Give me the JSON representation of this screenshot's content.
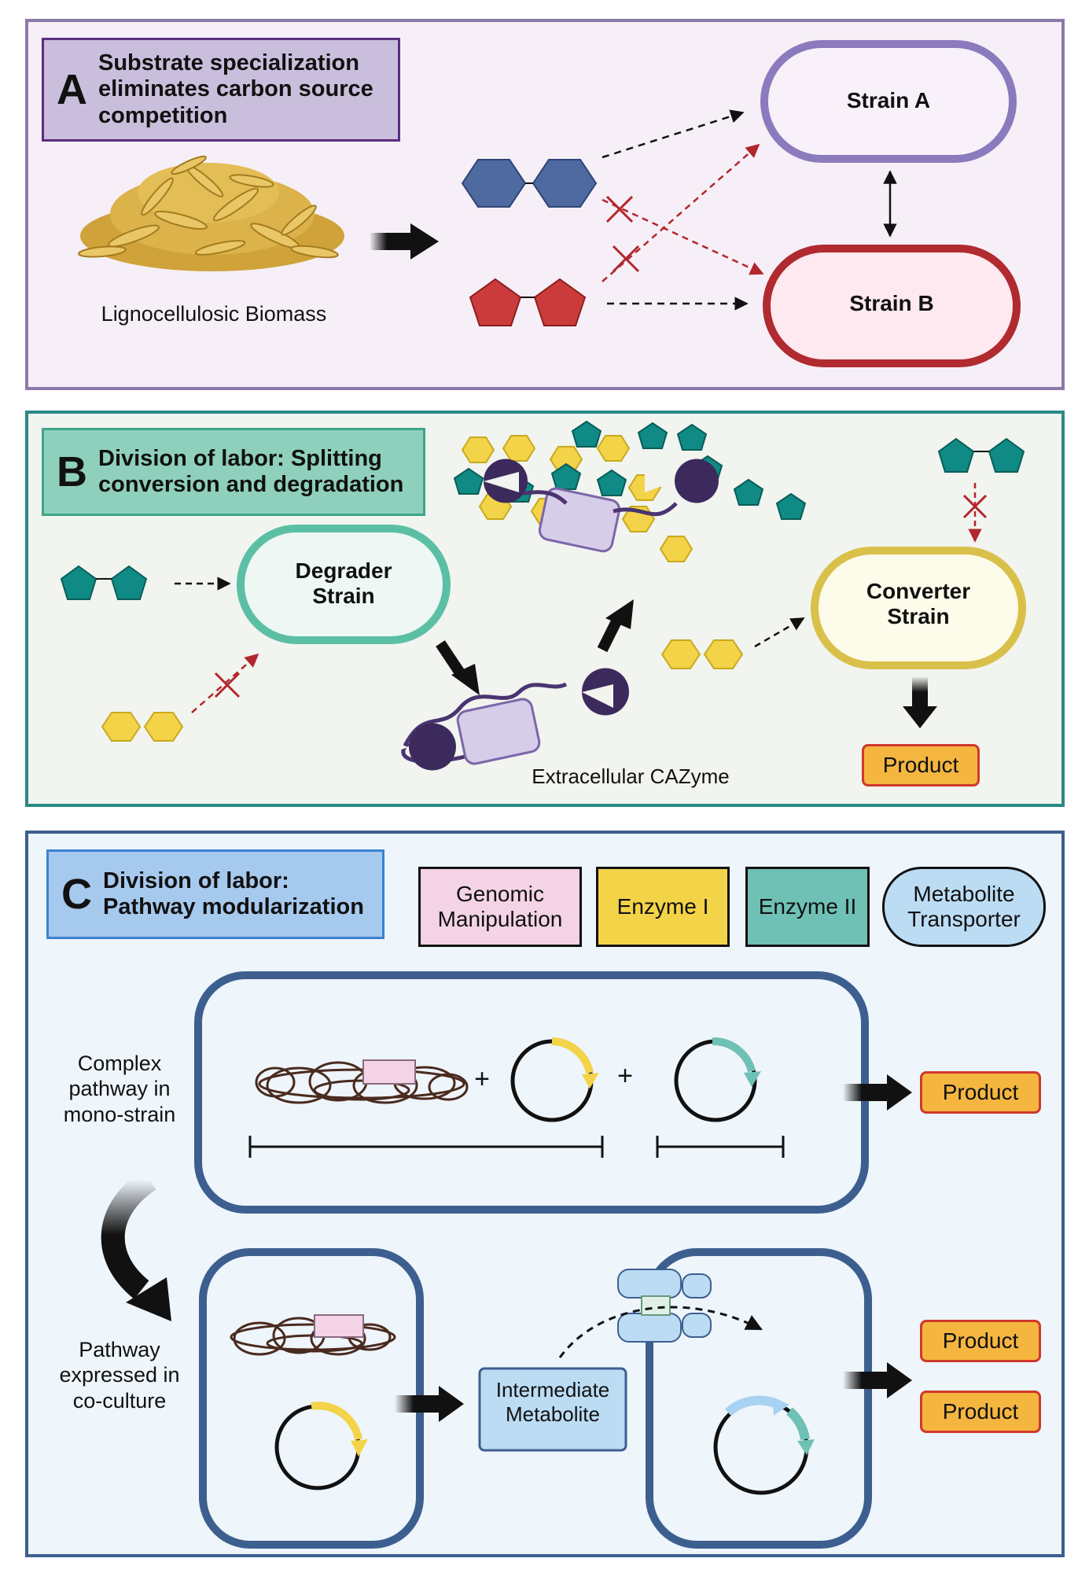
{
  "panel_a": {
    "letter": "A",
    "title": "Substrate specialization eliminates carbon source competition",
    "biomass_label": "Lignocellulosic Biomass",
    "strain_a": "Strain A",
    "strain_b": "Strain B"
  },
  "panel_b": {
    "letter": "B",
    "title": "Division of labor: Splitting conversion and degradation",
    "degrader": "Degrader Strain",
    "converter": "Converter Strain",
    "cazyme_label": "Extracellular CAZyme",
    "product": "Product"
  },
  "panel_c": {
    "letter": "C",
    "title": "Division of labor: Pathway modularization",
    "legend": {
      "genomic": "Genomic Manipulation",
      "enzyme1": "Enzyme I",
      "enzyme2": "Enzyme II",
      "transporter": "Metabolite Transporter"
    },
    "mono_label": "Complex pathway in mono-strain",
    "coculture_label": "Pathway expressed in co-culture",
    "intermediate": "Intermediate Metabolite",
    "product_1": "Product",
    "product_2": "Product",
    "product_3": "Product",
    "plus": "+"
  },
  "colors": {
    "hexagon_blue": "#4f6aa0",
    "pentagon_red": "#cc3b3b",
    "pentagon_teal": "#0f8a84",
    "hexagon_yellow": "#f3d348",
    "inhibition_red": "#b3262c",
    "enzyme_purple": "#3d2a5c",
    "cell_blue": "#3d5f8f"
  },
  "icons": [
    "biomass-pile-icon",
    "blue-hexagon-dimer-icon",
    "red-pentagon-dimer-icon",
    "teal-pentagon-dimer-icon",
    "yellow-hexagon-dimer-icon",
    "cazyme-enzyme-icon",
    "chromosome-icon",
    "plasmid-icon",
    "transporter-protein-icon"
  ]
}
